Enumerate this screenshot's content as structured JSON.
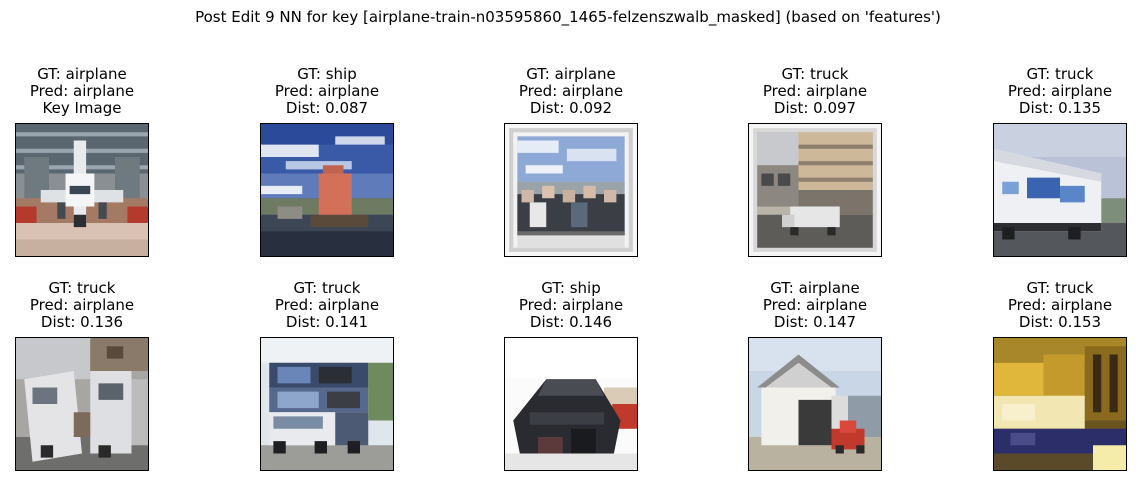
{
  "figure": {
    "title": "Post Edit 9 NN for key [airplane-train-n03595860_1465-felzenszwalb_masked] (based on 'features')"
  },
  "panels": [
    {
      "gt": "GT: airplane",
      "pred": "Pred: airplane",
      "info": "Key Image",
      "image": "airplane-at-terminal"
    },
    {
      "gt": "GT: ship",
      "pred": "Pred: airplane",
      "info": "Dist: 0.087",
      "image": "sailboat-blue-sky"
    },
    {
      "gt": "GT: airplane",
      "pred": "Pred: airplane",
      "info": "Dist: 0.092",
      "image": "framed-photo-group-of-people"
    },
    {
      "gt": "GT: truck",
      "pred": "Pred: airplane",
      "info": "Dist: 0.097",
      "image": "framed-photo-building-and-truck"
    },
    {
      "gt": "GT: truck",
      "pred": "Pred: airplane",
      "info": "Dist: 0.135",
      "image": "white-semi-trailer"
    },
    {
      "gt": "GT: truck",
      "pred": "Pred: airplane",
      "info": "Dist: 0.136",
      "image": "white-vans-street"
    },
    {
      "gt": "GT: truck",
      "pred": "Pred: airplane",
      "info": "Dist: 0.141",
      "image": "car-carrier-truck"
    },
    {
      "gt": "GT: ship",
      "pred": "Pred: airplane",
      "info": "Dist: 0.146",
      "image": "dark-vessel-white-background"
    },
    {
      "gt": "GT: airplane",
      "pred": "Pred: airplane",
      "info": "Dist: 0.147",
      "image": "white-hangar-red-vehicle"
    },
    {
      "gt": "GT: truck",
      "pred": "Pred: airplane",
      "info": "Dist: 0.153",
      "image": "yellow-train-interior"
    }
  ]
}
